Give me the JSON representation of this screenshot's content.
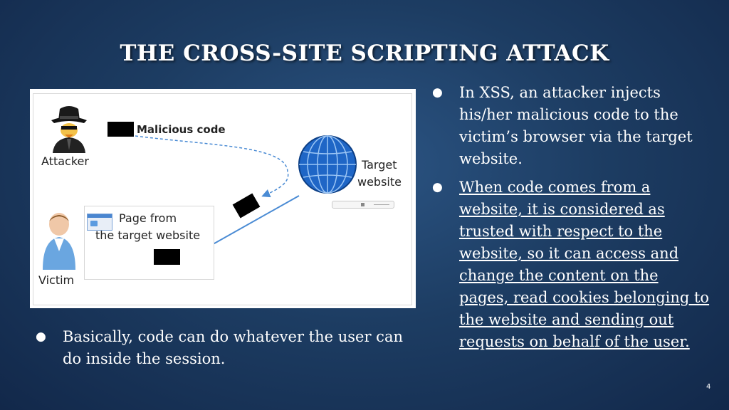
{
  "slide": {
    "title": "THE CROSS-SITE SCRIPTING ATTACK",
    "page_number": "4"
  },
  "diagram": {
    "malicious_code_label": "Malicious code",
    "attacker_label": "Attacker",
    "target_label_line1": "Target",
    "target_label_line2": "website",
    "page_from_line1": "Page from",
    "page_from_line2": "the target website",
    "victim_label": "Victim"
  },
  "right_bullets": [
    {
      "text": "In XSS, an attacker injects his/her malicious code to the victim’s browser via the target website."
    },
    {
      "text": "When code comes from a website, it is considered as trusted with respect to the website, so it can access and change the content on the pages, read cookies belonging to the website and sending out requests on behalf of the user."
    }
  ],
  "left_bullets": [
    {
      "text": "Basically, code can do whatever the user can do inside the session."
    }
  ],
  "bullet_symbol": "●",
  "colors": {
    "background": "#1d3d63",
    "text": "#ffffff",
    "globe": "#1f66c6",
    "arrow": "#4a8bd4"
  }
}
